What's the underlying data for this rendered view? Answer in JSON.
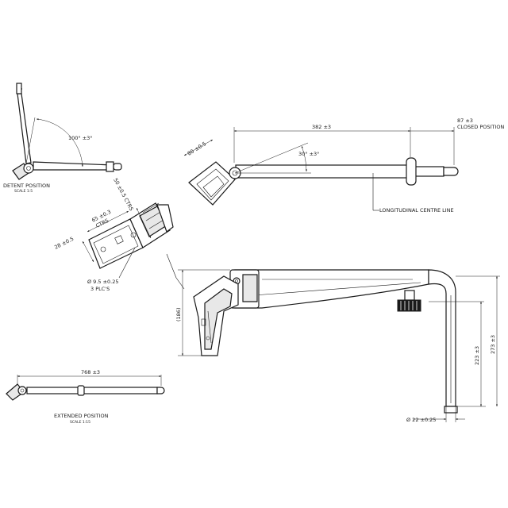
{
  "labels": {
    "detent_title": "DETENT POSITION",
    "detent_scale": "SCALE  1:5",
    "angle_detent": "100° ±3°",
    "angle_top": "30° ±3°",
    "dim_382": "382 ±3",
    "dim_87": "87 ±3",
    "closed_position": "CLOSED POSITION",
    "dim_80": "80 ±0.5",
    "longitudinal": "LONGITUDINAL CENTRE LINE",
    "dim_65": "65 ±0.3",
    "dim_65_ctrs": "CTRS",
    "dim_50": "50 ±0.5 CTRS",
    "dim_28": "28 ±0.5",
    "hole_dia": "Ø 9.5 ±0.25",
    "hole_qty": "3 PLC'S",
    "dim_186": "(186)",
    "dim_223": "223 ±3",
    "dim_273": "273 ±3",
    "dim_22": "Ø 22 ±0.25",
    "dim_768": "768 ±3",
    "extended_title": "EXTENDED POSITION",
    "extended_scale": "SCALE  1:15"
  }
}
